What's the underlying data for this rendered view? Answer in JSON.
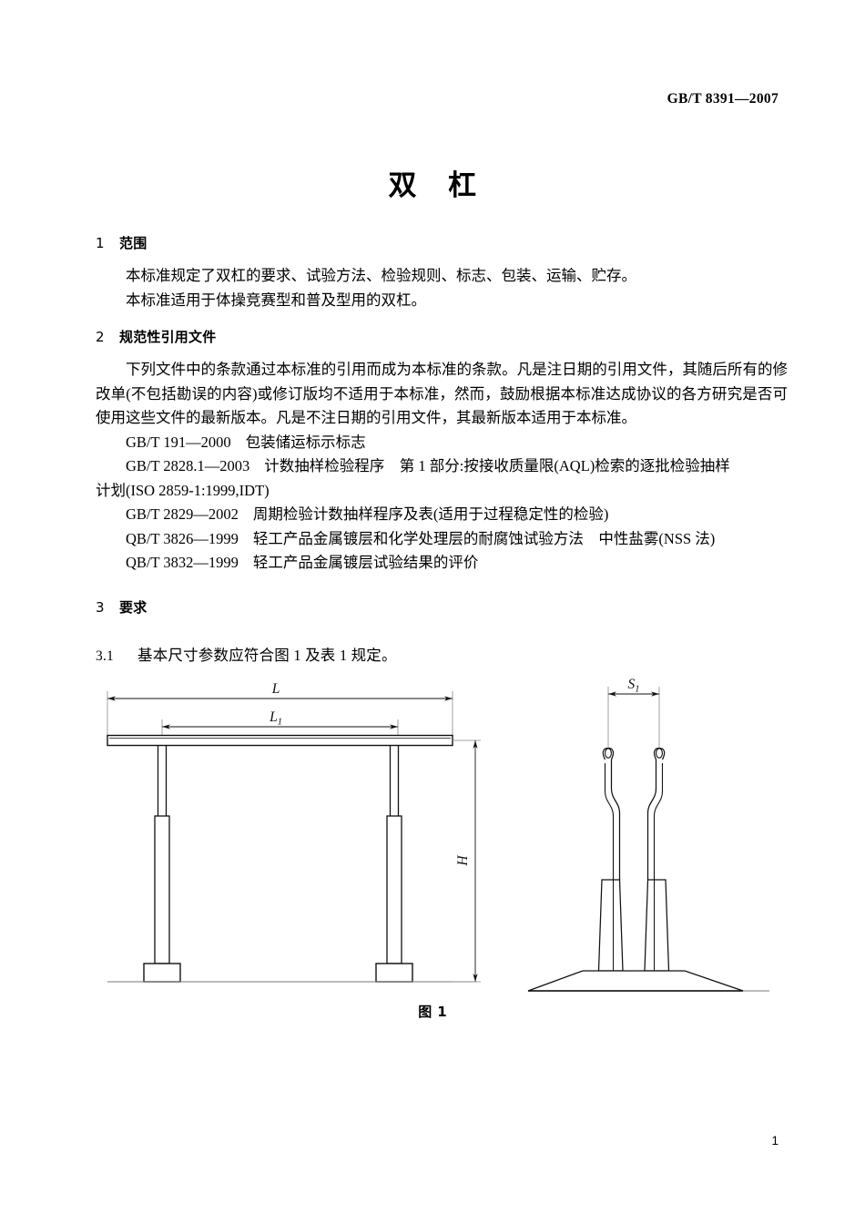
{
  "header": {
    "standard_no": "GB/T 8391—2007"
  },
  "title": {
    "part1": "双",
    "part2": "杠"
  },
  "clauses": [
    {
      "number": "1",
      "heading": "范围",
      "paragraphs": [
        "本标准规定了双杠的要求、试验方法、检验规则、标志、包装、运输、贮存。",
        "本标准适用于体操竞赛型和普及型用的双杠。"
      ]
    },
    {
      "number": "2",
      "heading": "规范性引用文件",
      "paragraphs": [
        "下列文件中的条款通过本标准的引用而成为本标准的条款。凡是注日期的引用文件，其随后所有的修改单(不包括勘误的内容)或修订版均不适用于本标准，然而，鼓励根据本标准达成协议的各方研究是否可使用这些文件的最新版本。凡是不注日期的引用文件，其最新版本适用于本标准。"
      ]
    },
    {
      "number": "3",
      "heading": "要求"
    }
  ],
  "references": [
    {
      "code": "GB/T 191—2000",
      "title": "包装储运标示标志",
      "continuation": ""
    },
    {
      "code": "GB/T 2828.1—2003",
      "title": "计数抽样检验程序　第 1 部分:按接收质量限(AQL)检索的逐批检验抽样",
      "continuation": "计划(ISO 2859-1:1999,IDT)"
    },
    {
      "code": "GB/T 2829—2002",
      "title": "周期检验计数抽样程序及表(适用于过程稳定性的检验)",
      "continuation": ""
    },
    {
      "code": "QB/T 3826—1999",
      "title": "轻工产品金属镀层和化学处理层的耐腐蚀试验方法　中性盐雾(NSS 法)",
      "continuation": ""
    },
    {
      "code": "QB/T 3832—1999",
      "title": "轻工产品金属镀层试验结果的评价",
      "continuation": ""
    }
  ],
  "subclauses": [
    {
      "number": "3.1",
      "text": "基本尺寸参数应符合图 1 及表 1 规定。"
    }
  ],
  "figure": {
    "caption_label": "图",
    "caption_number": "1",
    "dimensions": {
      "overall_length": "L",
      "span_length": "L",
      "span_length_sub": "1",
      "height": "H",
      "bar_spacing": "S",
      "bar_spacing_sub": "1"
    }
  },
  "footer": {
    "page_number": "1"
  },
  "colors": {
    "ink": "#000000",
    "paper": "#ffffff",
    "line": "#1a1a1a",
    "thin_line": "#808080"
  }
}
